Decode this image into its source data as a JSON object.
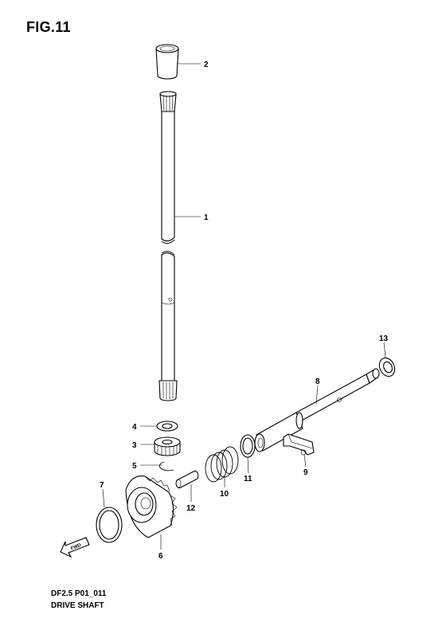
{
  "figure": {
    "title": "FIG.11",
    "code": "DF2.5 P01_011",
    "name": "DRIVE SHAFT",
    "fwd_mark": "FWD"
  },
  "callouts": [
    "1",
    "2",
    "3",
    "4",
    "5",
    "6",
    "7",
    "8",
    "9",
    "10",
    "11",
    "12",
    "13"
  ]
}
